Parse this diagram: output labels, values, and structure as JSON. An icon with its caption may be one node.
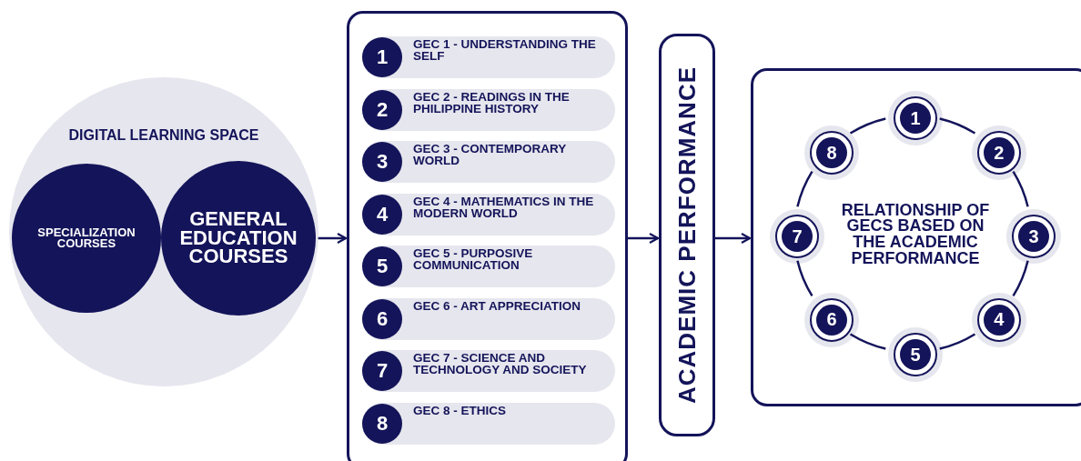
{
  "diagram": {
    "nodes": [
      {
        "text": [
          "DIGITAL LEARNING SPACE"
        ]
      },
      {
        "text": [
          "SPECIALIZATION COURSES"
        ],
        "in": 0
      },
      {
        "text": [
          "GENERAL EDUCATION COURSES"
        ],
        "in": 0
      },
      {
        "text": [],
        "shape": "box"
      },
      {
        "text": [
          "1",
          "GEC 1 - UNDERSTANDING THE SELF"
        ],
        "in": 3
      },
      {
        "text": [
          "2",
          "GEC 2 - READINGS IN THE PHILIPPINE HISTORY"
        ],
        "in": 3
      },
      {
        "text": [
          "3",
          "GEC 3 - CONTEMPORARY WORLD"
        ],
        "in": 3
      },
      {
        "text": [
          "4",
          "GEC 4 - MATHEMATICS IN THE MODERN WORLD"
        ],
        "in": 3
      },
      {
        "text": [
          "5",
          "GEC 5 - PURPOSIVE COMMUNICATION"
        ],
        "in": 3
      },
      {
        "text": [
          "6",
          "GEC 6 - ART APPRECIATION"
        ],
        "in": 3
      },
      {
        "text": [
          "7",
          "GEC 7 - SCIENCE AND TECHNOLOGY AND SOCIETY"
        ],
        "in": 3
      },
      {
        "text": [
          "8",
          "GEC 8 - ETHICS"
        ],
        "in": 3
      },
      {
        "text": [
          "ACADEMIC PERFORMANCE"
        ]
      },
      {
        "text": [],
        "shape": "box"
      },
      {
        "text": [
          "RELATIONSHIP OF GECS BASED ON THE ACADEMIC PERFORMANCE"
        ],
        "in": 13
      },
      {
        "text": [
          "1"
        ],
        "in": 13
      },
      {
        "text": [
          "2"
        ],
        "in": 13
      },
      {
        "text": [
          "3"
        ],
        "in": 13
      },
      {
        "text": [
          "4"
        ],
        "in": 13
      },
      {
        "text": [
          "5"
        ],
        "in": 13
      },
      {
        "text": [
          "6"
        ],
        "in": 13
      },
      {
        "text": [
          "7"
        ],
        "in": 13
      },
      {
        "text": [
          "8"
        ],
        "in": 13
      }
    ],
    "edges": [
      {
        "from": 2,
        "to": 3,
        "arrow": "to"
      },
      {
        "from": 3,
        "to": 12,
        "arrow": "to"
      },
      {
        "from": 12,
        "to": 13,
        "arrow": "to"
      },
      {
        "from": 15,
        "to": 16,
        "arrow": "none"
      },
      {
        "from": 16,
        "to": 17,
        "arrow": "none"
      },
      {
        "from": 17,
        "to": 18,
        "arrow": "none"
      },
      {
        "from": 18,
        "to": 19,
        "arrow": "none"
      },
      {
        "from": 19,
        "to": 20,
        "arrow": "none"
      },
      {
        "from": 20,
        "to": 21,
        "arrow": "none"
      },
      {
        "from": 21,
        "to": 22,
        "arrow": "none"
      },
      {
        "from": 22,
        "to": 15,
        "arrow": "none"
      }
    ]
  }
}
